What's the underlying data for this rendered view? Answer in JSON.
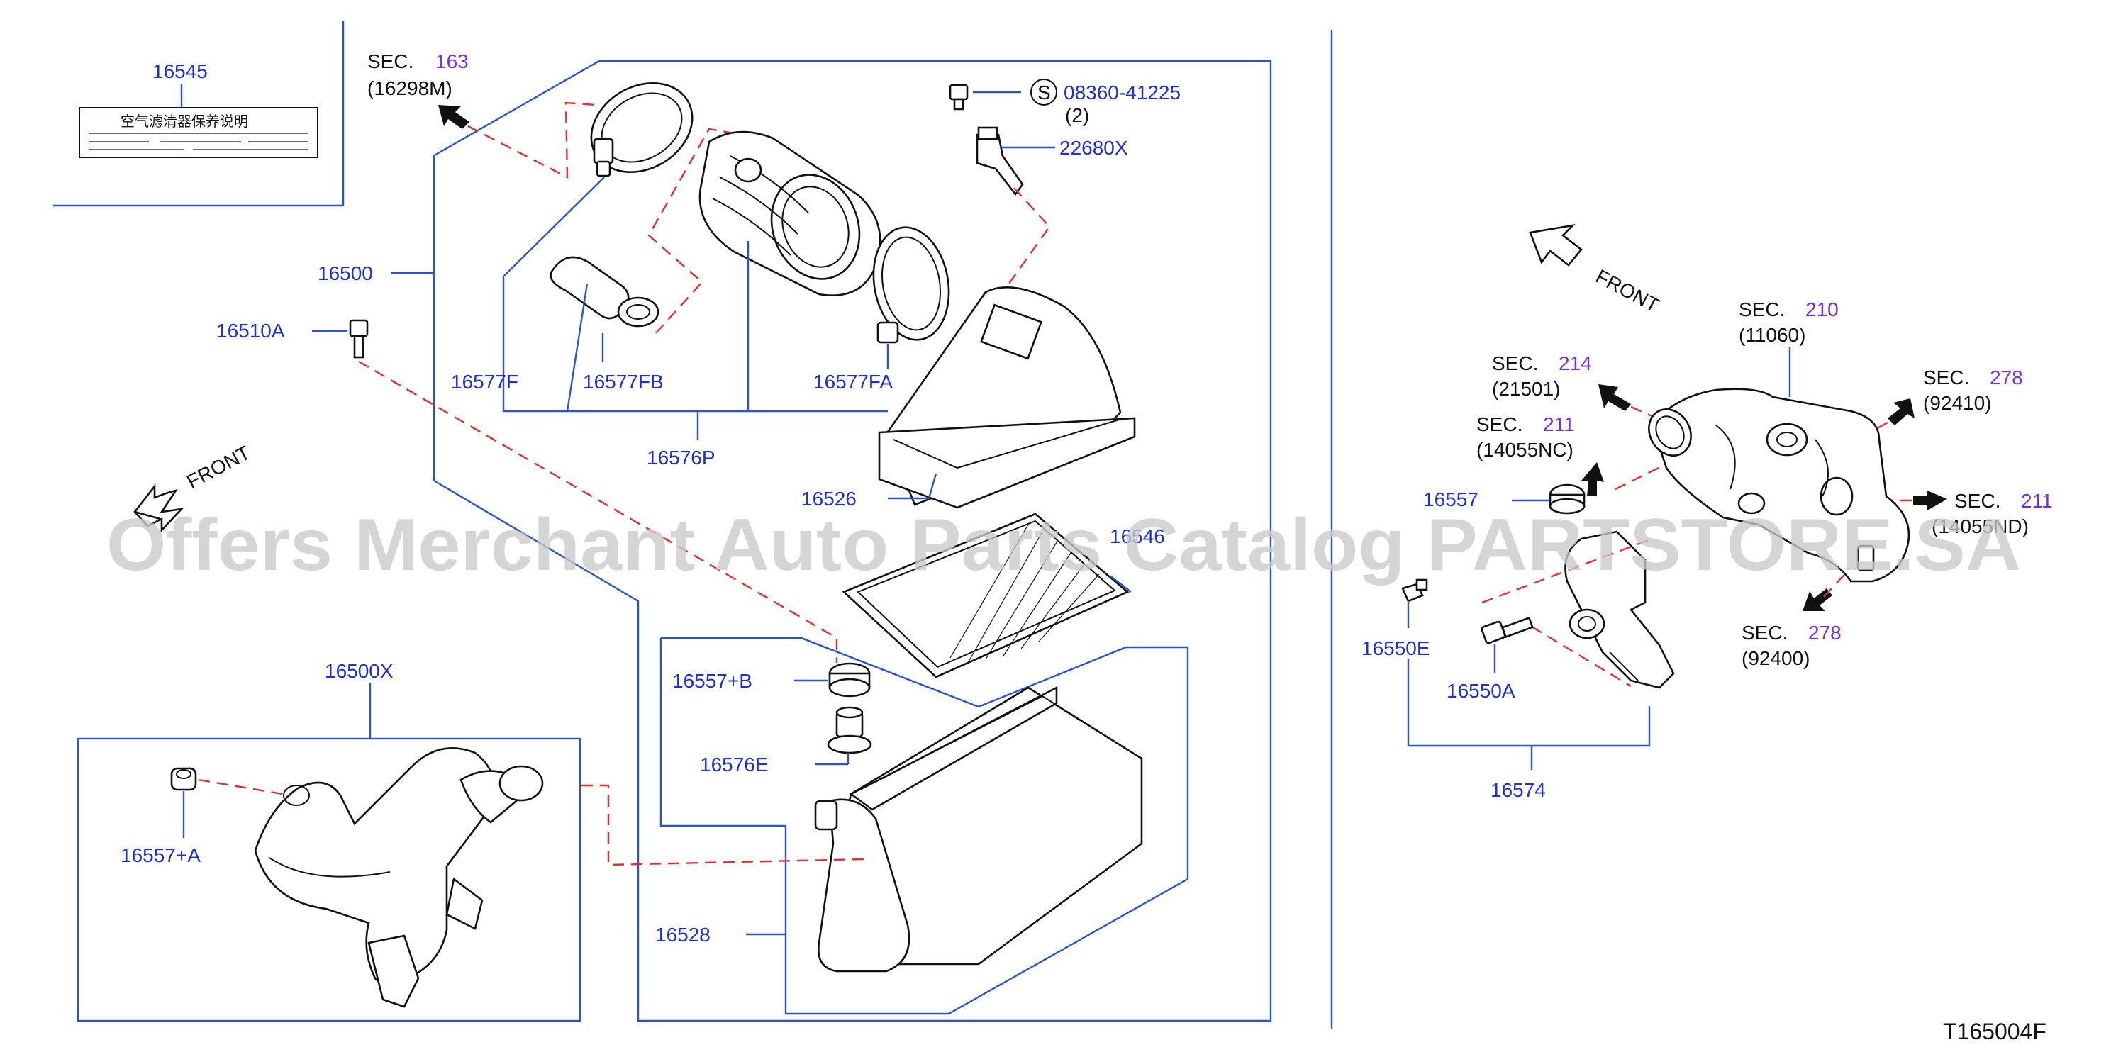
{
  "diagram": {
    "reference": "T165004F",
    "watermark": "Offers Merchant Auto Parts Catalog PARTSTORE.SA",
    "front_labels": [
      "FRONT",
      "FRONT"
    ],
    "label_card_text": "空气滤清器保养说明",
    "parts": {
      "p16545": "16545",
      "p16500": "16500",
      "p16510A": "16510A",
      "p16577F": "16577F",
      "p16577FB": "16577FB",
      "p16577FA": "16577FA",
      "p16576P": "16576P",
      "p16526": "16526",
      "p16546": "16546",
      "p16557B": "16557+B",
      "p16576E": "16576E",
      "p16528": "16528",
      "p16500X": "16500X",
      "p16557A": "16557+A",
      "p08360": "08360-41225",
      "p08360_qty": "(2)",
      "p08360_symbol": "S",
      "p22680X": "22680X",
      "p16557": "16557",
      "p16550E": "16550E",
      "p16550A": "16550A",
      "p16574": "16574"
    },
    "sections": [
      {
        "prefix": "SEC.",
        "num": "163",
        "code": "(16298M)"
      },
      {
        "prefix": "SEC.",
        "num": "214",
        "code": "(21501)"
      },
      {
        "prefix": "SEC.",
        "num": "211",
        "code": "(14055NC)"
      },
      {
        "prefix": "SEC.",
        "num": "210",
        "code": "(11060)"
      },
      {
        "prefix": "SEC.",
        "num": "278",
        "code": "(92410)"
      },
      {
        "prefix": "SEC.",
        "num": "211",
        "code": "(14055ND)"
      },
      {
        "prefix": "SEC.",
        "num": "278",
        "code": "(92400)"
      }
    ]
  }
}
